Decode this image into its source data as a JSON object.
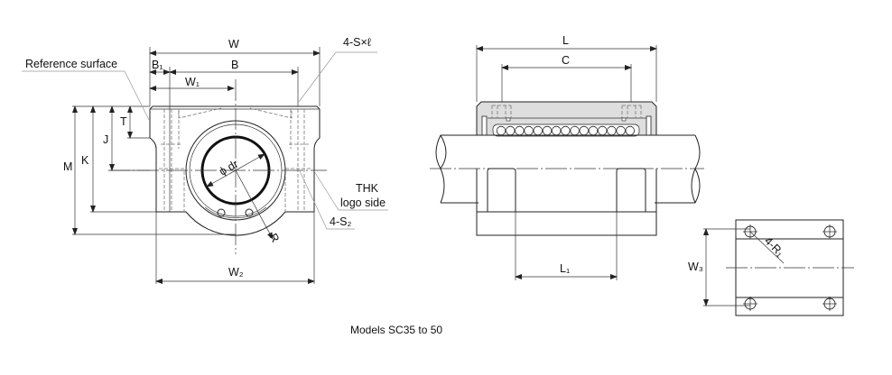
{
  "front_view": {
    "labels": {
      "W": "W",
      "B1": "B₁",
      "B": "B",
      "W1": "W₁",
      "M": "M",
      "K": "K",
      "J": "J",
      "T": "T",
      "W2": "W₂",
      "dr": "ϕ dr",
      "R": "R",
      "reference_surface": "Reference surface",
      "s_l": "4-S×ℓ",
      "thk": "THK",
      "logo_side": "logo side",
      "s2": "4-S₂"
    }
  },
  "side_view": {
    "labels": {
      "L": "L",
      "C": "C",
      "L1": "L₁"
    }
  },
  "bottom_view": {
    "labels": {
      "W3": "W₃",
      "R1": "4-R₁"
    }
  },
  "caption": "Models SC35 to 50"
}
